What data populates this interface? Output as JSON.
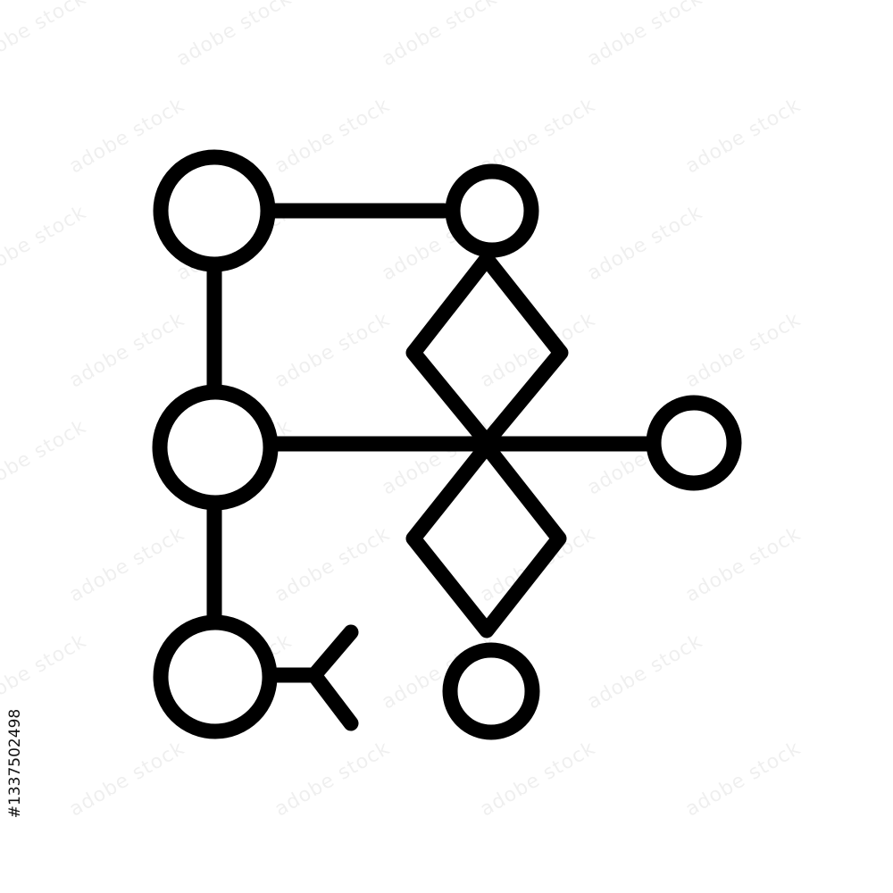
{
  "figure": {
    "kind": "network-diagram-icon",
    "stroke_color": "#000000",
    "background_color": "#ffffff",
    "node_fill": "#ffffff",
    "nodes": [
      "node-top-left",
      "node-top-right",
      "node-middle-left",
      "node-middle-right",
      "node-bottom-left",
      "node-bottom-center"
    ],
    "connectors": [
      "line-top-horizontal",
      "line-left-upper-vertical",
      "line-left-lower-vertical",
      "line-middle-horizontal",
      "diamond-upper",
      "diamond-lower",
      "fork-bottom-left"
    ]
  },
  "watermark": {
    "text": "adobe stock",
    "stock_id": "#1337502498"
  }
}
